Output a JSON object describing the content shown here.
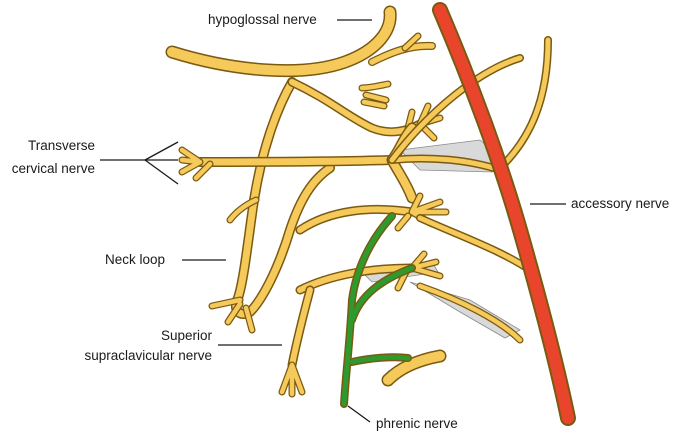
{
  "labels": {
    "hypoglossal": "hypoglossal nerve",
    "transverse_line1": "Transverse",
    "transverse_line2": "cervical nerve",
    "accessory": "accessory nerve",
    "neck_loop": "Neck loop",
    "superior_line1": "Superior",
    "superior_line2": "supraclavicular nerve",
    "phrenic": "phrenic nerve"
  },
  "colors": {
    "nerve_fill": "#f5c95a",
    "nerve_outline": "#7a5a10",
    "accessory_artery": "#e8452c",
    "accessory_outline": "#7a1f10",
    "phrenic": "#2e9a2e",
    "phrenic_outline": "#0f4a12",
    "sheath": "#d9d9d9",
    "text": "#1a1a1a"
  }
}
